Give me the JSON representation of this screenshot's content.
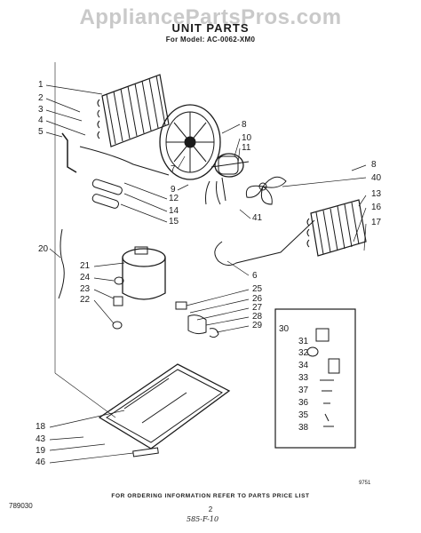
{
  "watermark": "AppliancePartsPros.com",
  "title": "UNIT PARTS",
  "model_line": "For Model: AC-0062-XM0",
  "callouts": {
    "c1": "1",
    "c2": "2",
    "c3": "3",
    "c4": "4",
    "c5": "5",
    "c6": "6",
    "c7": "7",
    "c8a": "8",
    "c8b": "8",
    "c9": "9",
    "c10": "10",
    "c11": "11",
    "c12": "12",
    "c13": "13",
    "c14": "14",
    "c15": "15",
    "c16": "16",
    "c17": "17",
    "c18": "18",
    "c19": "19",
    "c20": "20",
    "c21": "21",
    "c22": "22",
    "c23": "23",
    "c24": "24",
    "c25": "25",
    "c26": "26",
    "c27": "27",
    "c28": "28",
    "c29": "29",
    "c30": "30",
    "c31": "31",
    "c32": "32",
    "c33": "33",
    "c34": "34",
    "c35": "35",
    "c36": "36",
    "c37": "37",
    "c38": "38",
    "c40": "40",
    "c41": "41",
    "c43": "43",
    "c46": "46"
  },
  "footer": {
    "order_info": "FOR ORDERING INFORMATION REFER TO PARTS PRICE LIST",
    "doc_code": "789030",
    "page": "2",
    "handwritten": "585-F-10",
    "ref_code": "9751"
  }
}
